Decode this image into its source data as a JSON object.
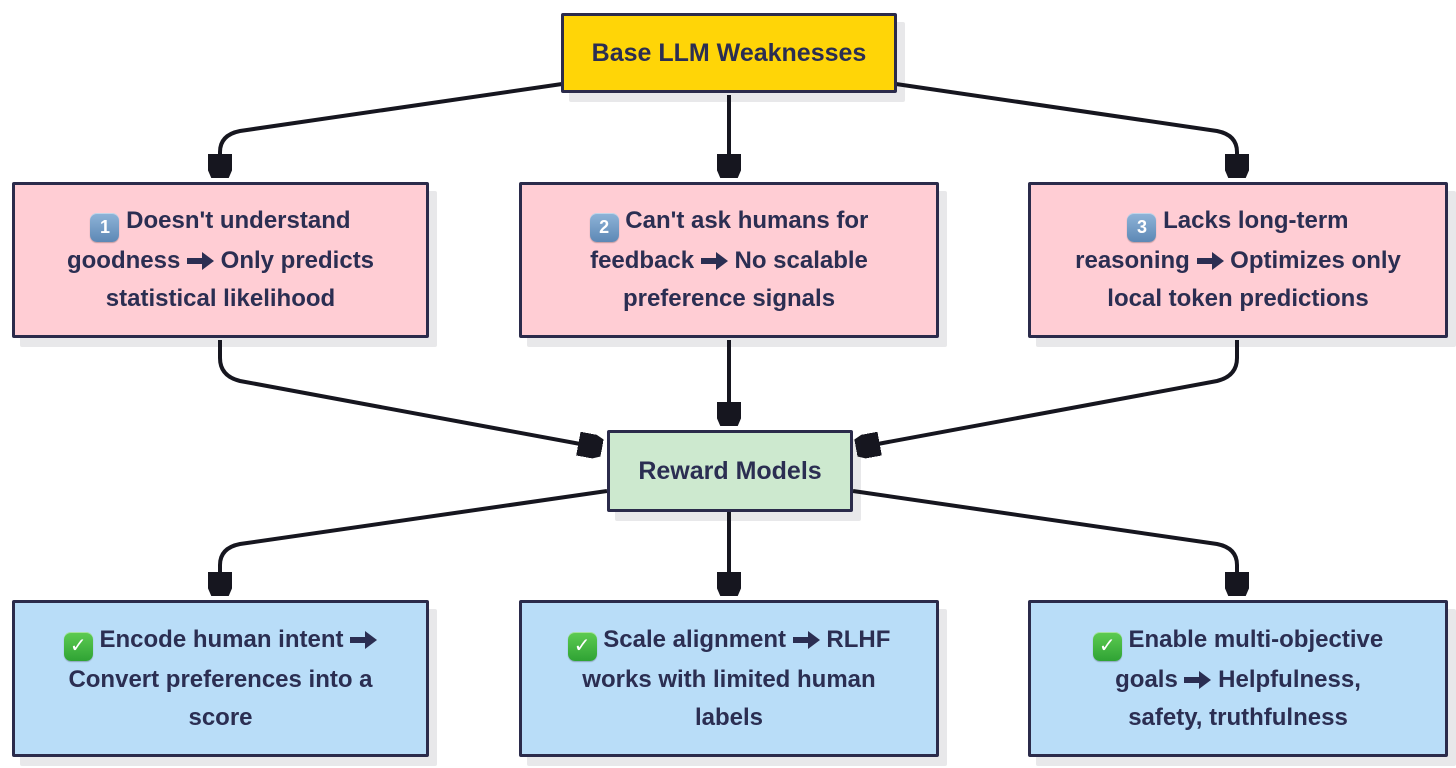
{
  "diagram": {
    "root": {
      "label": "Base LLM Weaknesses"
    },
    "center": {
      "label": "Reward Models"
    },
    "weaknesses": [
      {
        "num": "1",
        "pre": "Doesn't understand\ngoodness",
        "post": "Only predicts\nstatistical likelihood"
      },
      {
        "num": "2",
        "pre": "Can't ask humans for\nfeedback",
        "post": "No scalable\npreference signals"
      },
      {
        "num": "3",
        "pre": "Lacks long-term\nreasoning",
        "post": "Optimizes only\nlocal token predictions"
      }
    ],
    "benefits": [
      {
        "pre": "Encode human intent",
        "post": "\nConvert preferences into a\nscore"
      },
      {
        "pre": "Scale alignment",
        "post": "RLHF\nworks with limited human\nlabels"
      },
      {
        "pre": "Enable multi-objective\ngoals",
        "post": "Helpfulness,\nsafety, truthfulness"
      }
    ]
  },
  "icons": {
    "check": "✓",
    "right_arrow": "➡"
  },
  "colors": {
    "canvas_bg": "#ffffff",
    "root_fill": "#ffd507",
    "weakness_fill": "#ffcdd4",
    "reward_fill": "#cde9cf",
    "benefit_fill": "#b9ddf8",
    "border": "#2b2b4b",
    "text": "#2b2e52",
    "arrow": "#16161f",
    "keycap_blue_top": "#8fb4d8",
    "keycap_blue_bottom": "#5d88b5",
    "check_green_top": "#5ecc52",
    "check_green_bottom": "#2fa334"
  }
}
